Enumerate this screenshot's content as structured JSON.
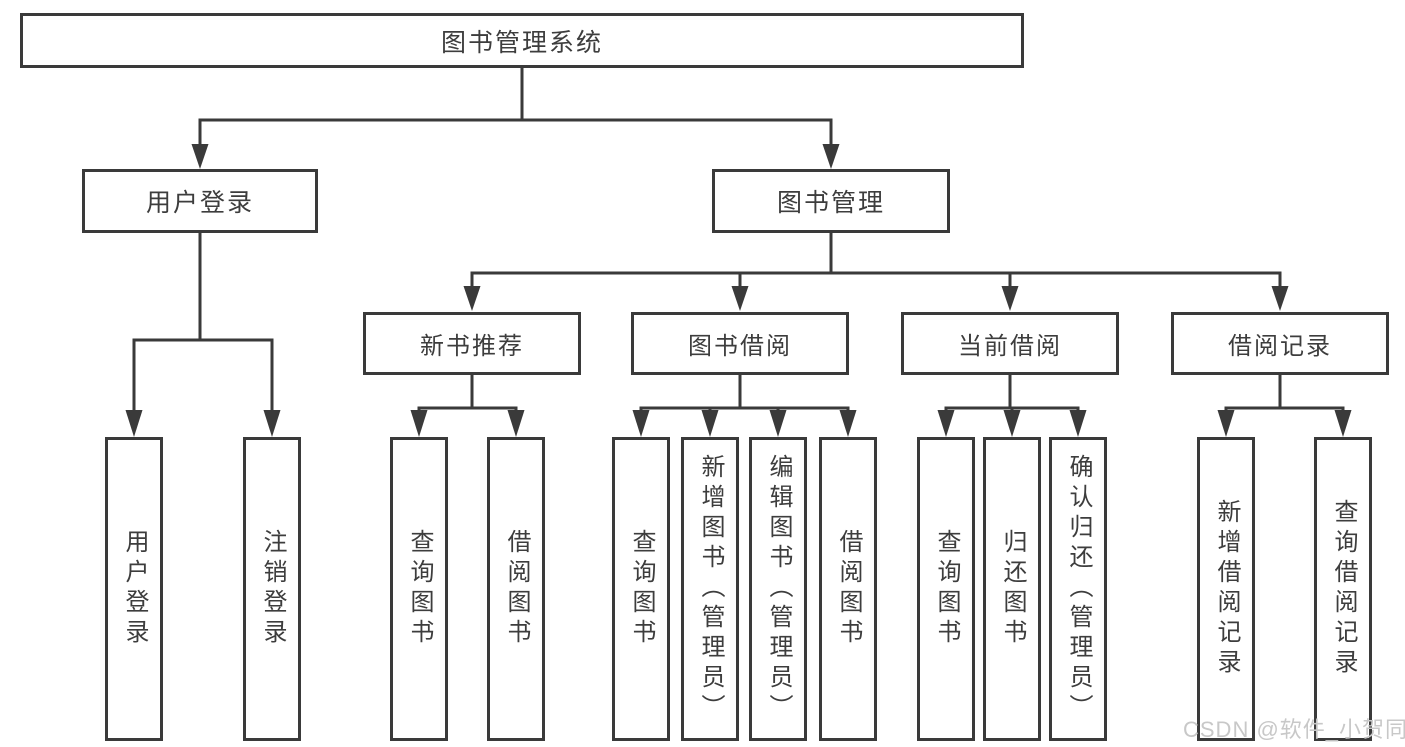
{
  "diagram": {
    "root": {
      "label": "图书管理系统"
    },
    "branches": [
      {
        "label": "用户登录",
        "children": [
          "用户登录",
          "注销登录"
        ]
      },
      {
        "label": "图书管理",
        "groups": [
          {
            "label": "新书推荐",
            "children": [
              "查询图书",
              "借阅图书"
            ]
          },
          {
            "label": "图书借阅",
            "children": [
              "查询图书",
              "新增图书（管理员）",
              "编辑图书（管理员）",
              "借阅图书"
            ]
          },
          {
            "label": "当前借阅",
            "children": [
              "查询图书",
              "归还图书",
              "确认归还（管理员）"
            ]
          },
          {
            "label": "借阅记录",
            "children": [
              "新增借阅记录",
              "查询借阅记录"
            ]
          }
        ]
      }
    ]
  },
  "watermark": {
    "text": "CSDN @软件_小贺同学"
  },
  "colors": {
    "line": "#3a3a3a",
    "box_border": "#3a3a3a",
    "box_background": "#ffffff",
    "text": "#3d3d3d",
    "watermark": "#c8c8c8",
    "background": "#ffffff"
  }
}
